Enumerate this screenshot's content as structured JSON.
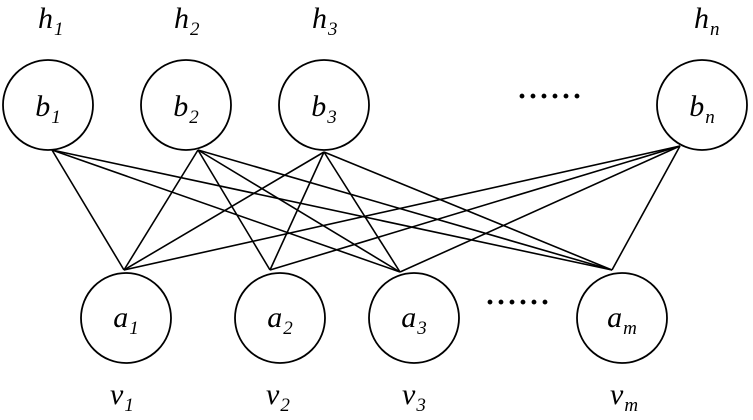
{
  "hidden_units": [
    {
      "node_main": "b",
      "node_sub": "1",
      "label_main": "h",
      "label_sub": "1"
    },
    {
      "node_main": "b",
      "node_sub": "2",
      "label_main": "h",
      "label_sub": "2"
    },
    {
      "node_main": "b",
      "node_sub": "3",
      "label_main": "h",
      "label_sub": "3"
    },
    {
      "node_main": "b",
      "node_sub": "n",
      "label_main": "h",
      "label_sub": "n"
    }
  ],
  "visible_units": [
    {
      "node_main": "a",
      "node_sub": "1",
      "label_main": "v",
      "label_sub": "1"
    },
    {
      "node_main": "a",
      "node_sub": "2",
      "label_main": "v",
      "label_sub": "2"
    },
    {
      "node_main": "a",
      "node_sub": "3",
      "label_main": "v",
      "label_sub": "3"
    },
    {
      "node_main": "a",
      "node_sub": "m",
      "label_main": "v",
      "label_sub": "m"
    }
  ],
  "edges": [
    [
      0,
      0
    ],
    [
      0,
      2
    ],
    [
      0,
      3
    ],
    [
      1,
      1
    ],
    [
      1,
      0
    ],
    [
      1,
      2
    ],
    [
      1,
      3
    ],
    [
      2,
      0
    ],
    [
      2,
      1
    ],
    [
      2,
      2
    ],
    [
      2,
      3
    ],
    [
      3,
      0
    ],
    [
      3,
      1
    ],
    [
      3,
      2
    ],
    [
      3,
      3
    ]
  ],
  "ellipsis": {
    "hidden": "······",
    "visible": "······"
  },
  "colors": {
    "stroke": "#000000",
    "background": "#ffffff"
  }
}
